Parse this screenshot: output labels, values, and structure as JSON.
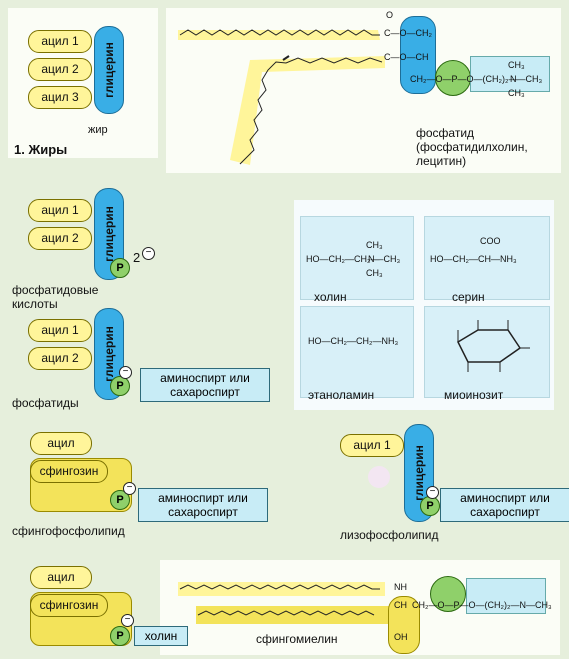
{
  "labels": {
    "acyl1": "ацил 1",
    "acyl2": "ацил 2",
    "acyl3": "ацил 3",
    "acyl": "ацил",
    "glycerol": "глицерин",
    "sphingosine": "сфингозин",
    "p": "P",
    "aminoalcohol": "аминоспирт или",
    "sugaralcohol": "сахароспирт",
    "choline_box": "холин"
  },
  "section_fats": {
    "title": "1. Жиры",
    "fat": "жир"
  },
  "phosphatide_caption": [
    "фосфатид",
    "(фосфатидилхолин,",
    "лецитин)"
  ],
  "phosphatidic": {
    "caption_line1": "фосфатидовые",
    "caption_line2": "кислоты",
    "charge": "2"
  },
  "phosphatides": {
    "caption": "фосфатиды"
  },
  "sphingophospholipid": {
    "caption": "сфингофосфолипид"
  },
  "lysophospholipid": {
    "caption": "лизофосфолипид"
  },
  "sphingomyelin": {
    "caption": "сфингомиелин"
  },
  "alcohols": {
    "choline": "холин",
    "serine": "серин",
    "ethanolamine": "этаноламин",
    "myoinositol": "миоинозит"
  },
  "chem": {
    "ho_ch2_ch2": "HO—CH₂—CH₂—",
    "n_plus": "N",
    "ch3": "CH₃",
    "coo": "COO",
    "nh3": "NH₃",
    "ch_glyc": "CH₂—O—P—O—(CH₂)₂—",
    "h": "H",
    "oh": "OH",
    "o": "O",
    "c": "C",
    "nh": "NH",
    "ch": "CH",
    "ch2o": "CH₂—O",
    "minus_sign": "−",
    "plus_sign": "+"
  },
  "colors": {
    "acyl": "#fff59a",
    "glycerol": "#39aee6",
    "phosphate": "#8fd06a",
    "box": "#c8ecf6",
    "sphingosine": "#f3e35a"
  }
}
